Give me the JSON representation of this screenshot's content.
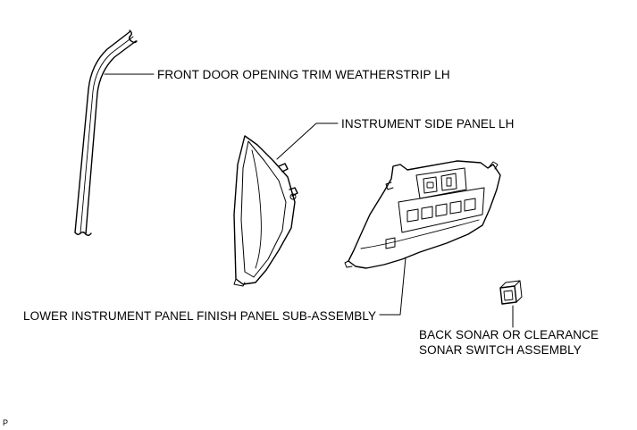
{
  "labels": {
    "weatherstrip": "FRONT DOOR OPENING TRIM WEATHERSTRIP LH",
    "side_panel": "INSTRUMENT SIDE PANEL LH",
    "finish_panel": "LOWER INSTRUMENT PANEL FINISH PANEL SUB-ASSEMBLY",
    "sonar_switch_line1": "BACK SONAR OR CLEARANCE",
    "sonar_switch_line2": "SONAR SWITCH ASSEMBLY"
  },
  "illustration_code": "P"
}
